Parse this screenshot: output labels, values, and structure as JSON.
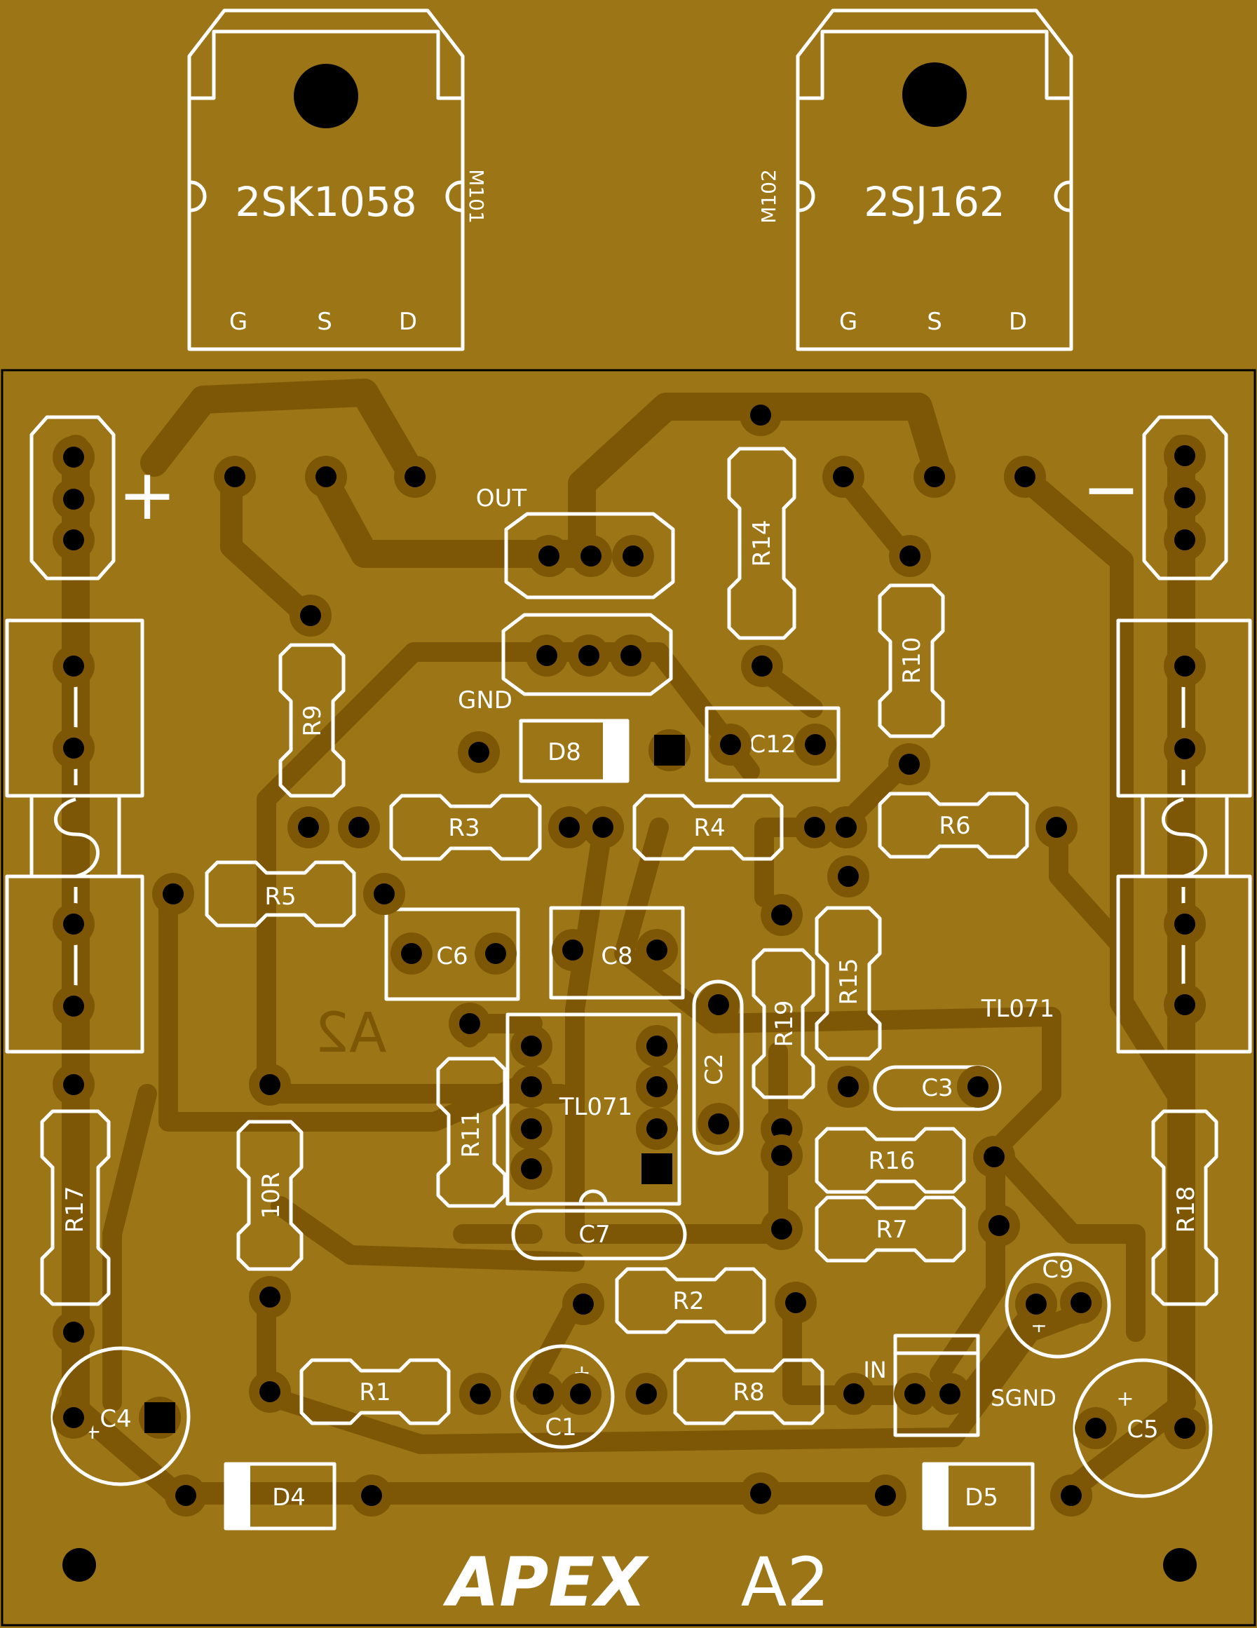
{
  "colors": {
    "board": "#9c7516",
    "copper": "#7d5705",
    "silk": "#ffffff",
    "hole": "#000000"
  },
  "transistors": {
    "left_part": "2SK1058",
    "left_ref": "M101",
    "right_part": "2SJ162",
    "right_ref": "M102",
    "pin_g": "G",
    "pin_s": "S",
    "pin_d": "D"
  },
  "power": {
    "plus": "+",
    "minus": "−"
  },
  "connectors": {
    "out": "OUT",
    "gnd": "GND",
    "in": "IN",
    "sgnd": "SGND"
  },
  "components": {
    "R1": "R1",
    "R2": "R2",
    "R3": "R3",
    "R4": "R4",
    "R5": "R5",
    "R6": "R6",
    "R7": "R7",
    "R8": "R8",
    "R9": "R9",
    "R10": "R10",
    "R11": "R11",
    "R14": "R14",
    "R15": "R15",
    "R16": "R16",
    "R17": "R17",
    "R18": "R18",
    "R19": "R19",
    "R10R": "10R",
    "C1": "C1",
    "C2": "C2",
    "C3": "C3",
    "C4": "C4",
    "C5": "C5",
    "C6": "C6",
    "C7": "C7",
    "C8": "C8",
    "C9": "C9",
    "C12": "C12",
    "D4": "D4",
    "D5": "D5",
    "D8": "D8",
    "ic_main": "TL071",
    "ic_side": "TL071"
  },
  "board_markings": {
    "mirror_label": "A2",
    "brand": "APEX",
    "model": "A2",
    "cap_plus": "+"
  }
}
